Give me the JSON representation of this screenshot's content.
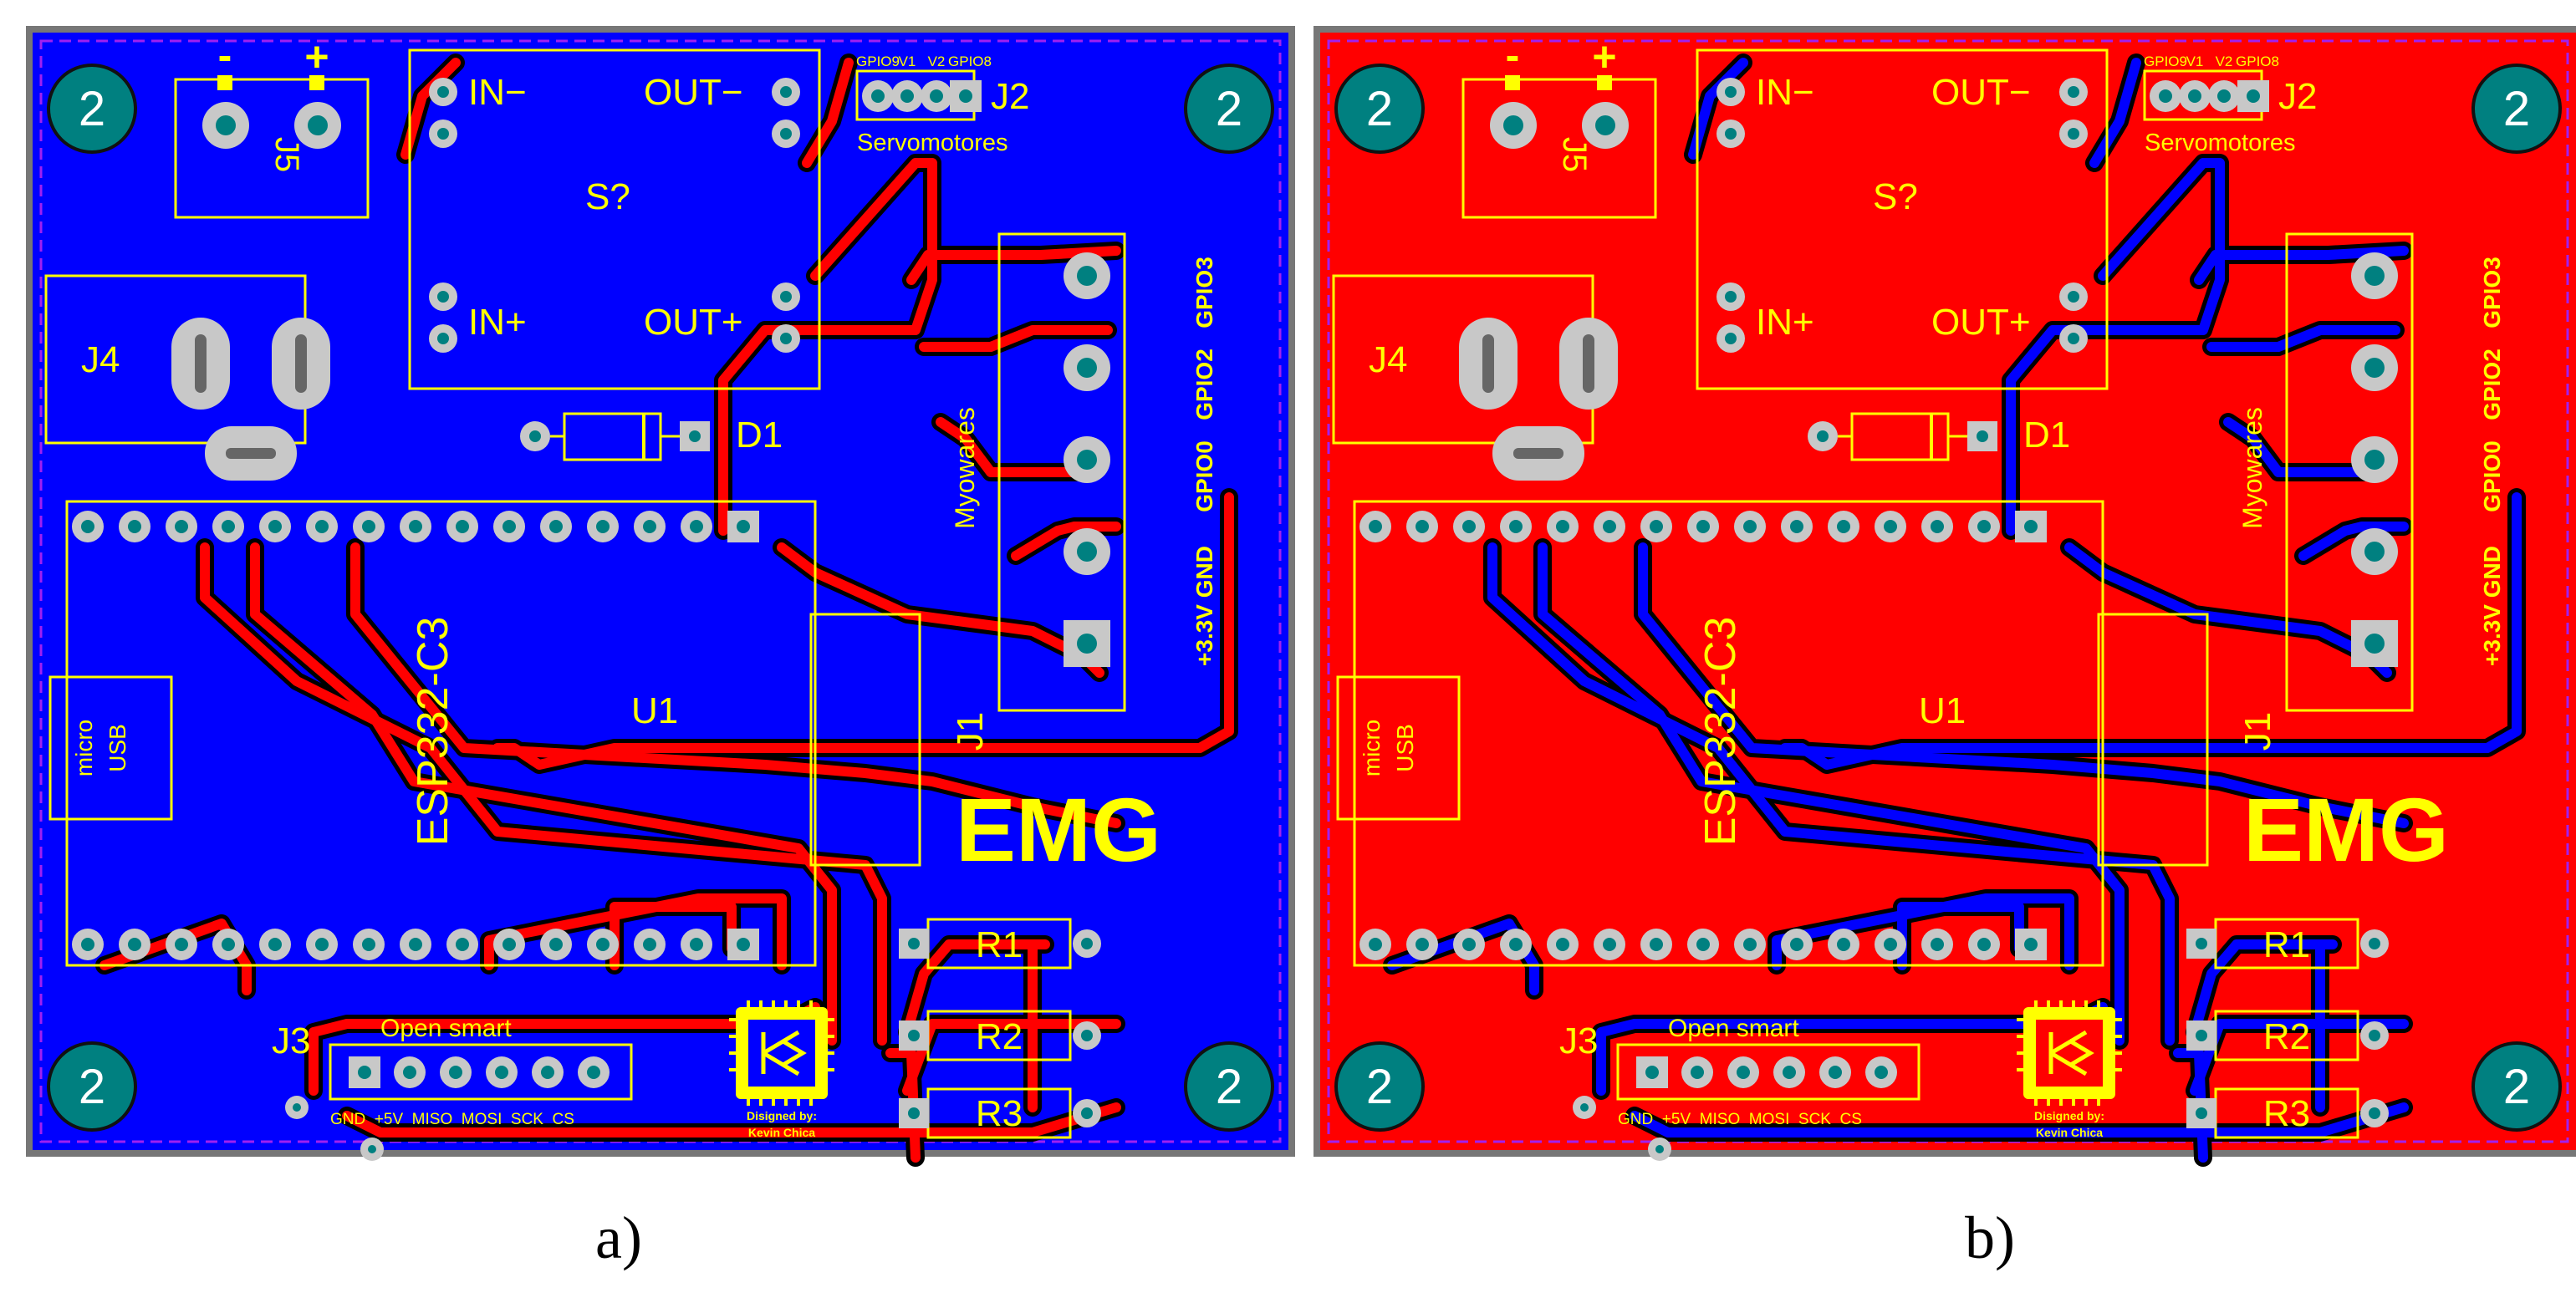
{
  "boards": [
    {
      "id": "a",
      "caption": "a)",
      "layer_color": "#0000FF",
      "trace_color": "#FF0000",
      "trace_edge_color": "#000000",
      "silk_color": "#FFFF00",
      "pad_color": "#C8C8C8",
      "via_color": "#008080"
    },
    {
      "id": "b",
      "caption": "b)",
      "layer_color": "#FF0000",
      "trace_color": "#0000FF",
      "trace_edge_color": "#000000",
      "silk_color": "#FFFF00",
      "pad_color": "#C8C8C8",
      "via_color": "#008080"
    }
  ],
  "labels": {
    "mount_hole": "2",
    "minus": "-",
    "plus": "+",
    "j5": "J5",
    "j4": "J4",
    "in_minus": "IN−",
    "out_minus": "OUT−",
    "in_plus": "IN+",
    "out_plus": "OUT+",
    "s_ref": "S?",
    "j2": "J2",
    "servo_pins": [
      "GPIO9",
      "V1",
      "V2",
      "GPIO8"
    ],
    "servomotores": "Servomotores",
    "d1": "D1",
    "myoware": "Myowares",
    "j1": "J1",
    "gpio_labels": [
      "GPIO3",
      "GPIO2",
      "GPIO0",
      "+3.3V  GND"
    ],
    "micro": "micro",
    "usb": "USB",
    "esp": "ESP332-C3",
    "u1": "U1",
    "emg": "EMG",
    "r1": "R1",
    "r2": "R2",
    "r3": "R3",
    "j3": "J3",
    "open_smart": "Open smart",
    "j3_pins": "GND  +5V  MISO  MOSI  SCK  CS",
    "designed_line1": "Disigned by:",
    "designed_line2": "Kevin Chica"
  }
}
